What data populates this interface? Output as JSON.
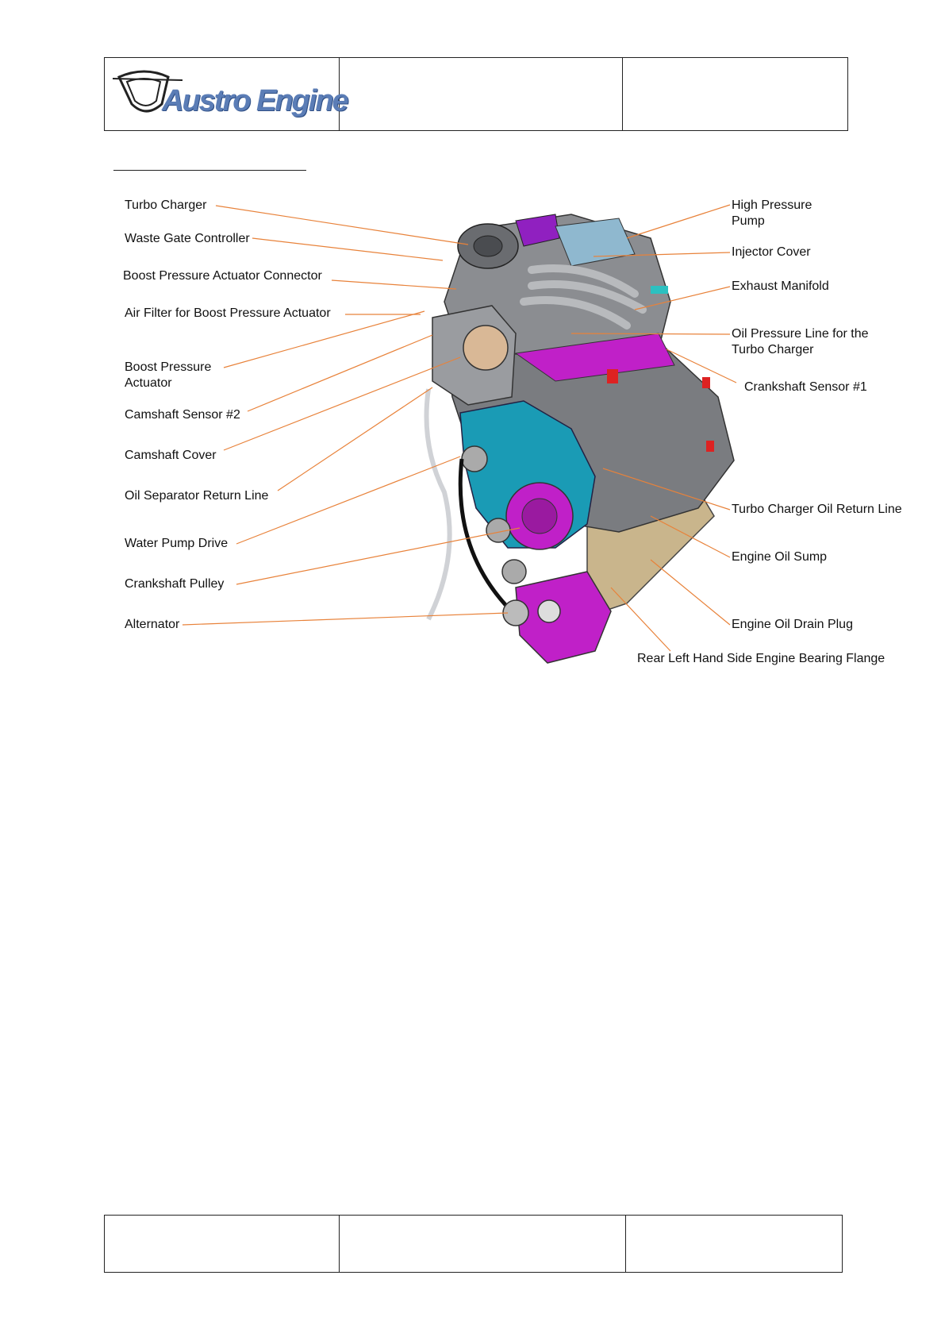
{
  "header": {
    "logo_text": "Austro Engine"
  },
  "labels_left": {
    "turbo_charger": "Turbo Charger",
    "waste_gate_controller": "Waste Gate Controller",
    "boost_pressure_actuator_connector": "Boost Pressure Actuator Connector",
    "air_filter_boost_pressure_actuator": "Air Filter for Boost Pressure Actuator",
    "boost_pressure_actuator": "Boost Pressure\nActuator",
    "camshaft_sensor_2": "Camshaft Sensor #2",
    "camshaft_cover": "Camshaft Cover",
    "oil_separator_return_line": "Oil Separator Return Line",
    "water_pump_drive": "Water Pump Drive",
    "crankshaft_pulley": "Crankshaft Pulley",
    "alternator": "Alternator"
  },
  "labels_right": {
    "high_pressure_pump": "High Pressure\nPump",
    "injector_cover": "Injector Cover",
    "exhaust_manifold": "Exhaust Manifold",
    "oil_pressure_line_turbo": "Oil Pressure Line for the\nTurbo Charger",
    "crankshaft_sensor_1": "Crankshaft Sensor #1",
    "turbo_charger_oil_return_line": "Turbo Charger Oil Return Line",
    "engine_oil_sump": "Engine Oil Sump",
    "engine_oil_drain_plug": "Engine Oil Drain Plug",
    "rear_left_bearing_flange": "Rear Left Hand Side Engine Bearing Flange"
  },
  "colors": {
    "leader_line": "#e8823a",
    "engine_magenta": "#c020c8",
    "engine_teal": "#1a9bb5",
    "engine_grey": "#6e7075",
    "engine_tan": "#c9b58c",
    "logo_blue": "#5b7db6"
  }
}
